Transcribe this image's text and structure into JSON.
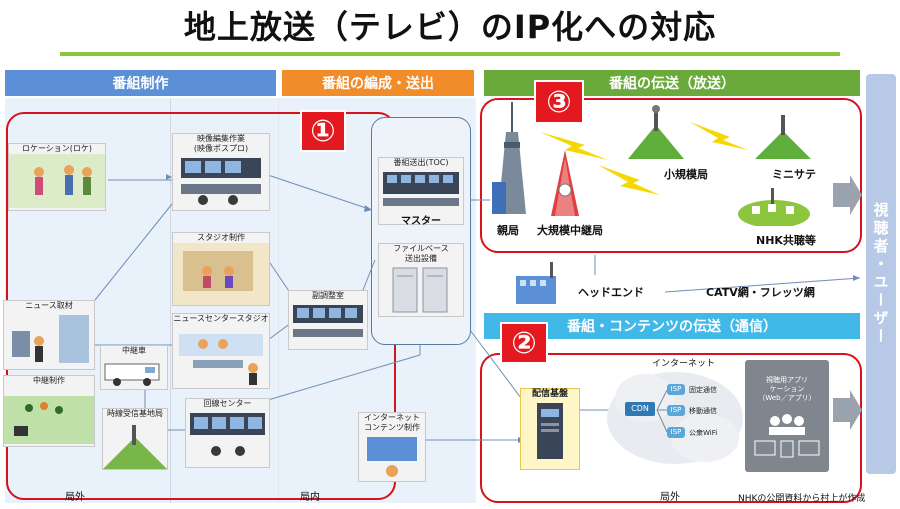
{
  "title": "地上放送（テレビ）のIP化への対応",
  "bands": {
    "production": "番組制作",
    "scheduling": "番組の編成・送出",
    "transmission": "番組の伝送（放送）",
    "contents": "番組・コンテンツの伝送（通信）"
  },
  "badges": {
    "one": "①",
    "two": "②",
    "three": "③"
  },
  "production": {
    "location": "ロケーション(ロケ)",
    "news": "ニュース取材",
    "relay_production": "中継制作",
    "relay_car": "中継車",
    "receive_base": "時線受信基地局",
    "video_editing": "映像編集作業\n(映像ポスプロ)",
    "studio": "スタジオ制作",
    "news_center": "ニュースセンタースタジオ",
    "line_center": "回線センター",
    "sub_control": "副調整室",
    "internet_production": "インターネット\nコンテンツ制作"
  },
  "scheduling": {
    "toc": "番組送出(TOC)",
    "master": "マスター",
    "file_based": "ファイルベース\n送出設備"
  },
  "transmission": {
    "parent_station": "親局",
    "large_relay": "大規模中継局",
    "small_station": "小規模局",
    "mini_satellite": "ミニサテ",
    "nhk_shared": "NHK共聴等",
    "head_end": "ヘッドエンド",
    "catv": "CATV網・フレッツ網"
  },
  "viewer": "視聴者・ユーザー",
  "internet": {
    "label": "インターネット",
    "distribution": "配信基盤",
    "cdn": "CDN",
    "isp": "ISP",
    "fixed": "固定通信",
    "mobile": "移動通信",
    "wifi": "公衆WiFi",
    "app": "視聴用アプリ\nケーション\n（Web／アプリ）"
  },
  "footer": {
    "outside": "局外",
    "inside": "局内",
    "outside2": "局外",
    "credit": "NHKの公開資料から村上が作成"
  }
}
